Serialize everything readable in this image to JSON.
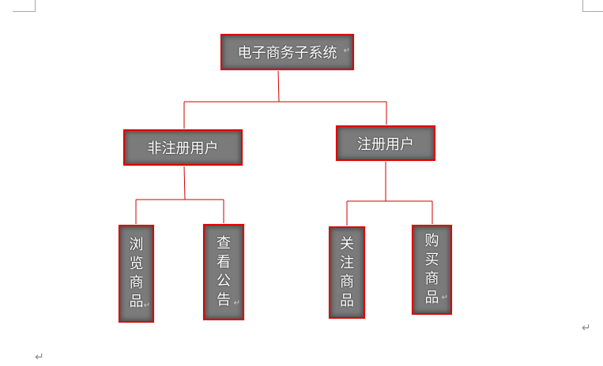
{
  "diagram": {
    "root": {
      "label": "电子商务子系统"
    },
    "groups": [
      {
        "label": "非注册用户",
        "children": [
          {
            "label": "浏览商品"
          },
          {
            "label": "查看公告"
          }
        ]
      },
      {
        "label": "注册用户",
        "children": [
          {
            "label": "关注商品"
          },
          {
            "label": "购买商品"
          }
        ]
      }
    ]
  },
  "marks": {
    "paragraph": "↵"
  },
  "colors": {
    "node_fill": "#7b7b7b",
    "node_border": "#e00000",
    "connector": "#cc0000",
    "text": "#ffffff"
  }
}
